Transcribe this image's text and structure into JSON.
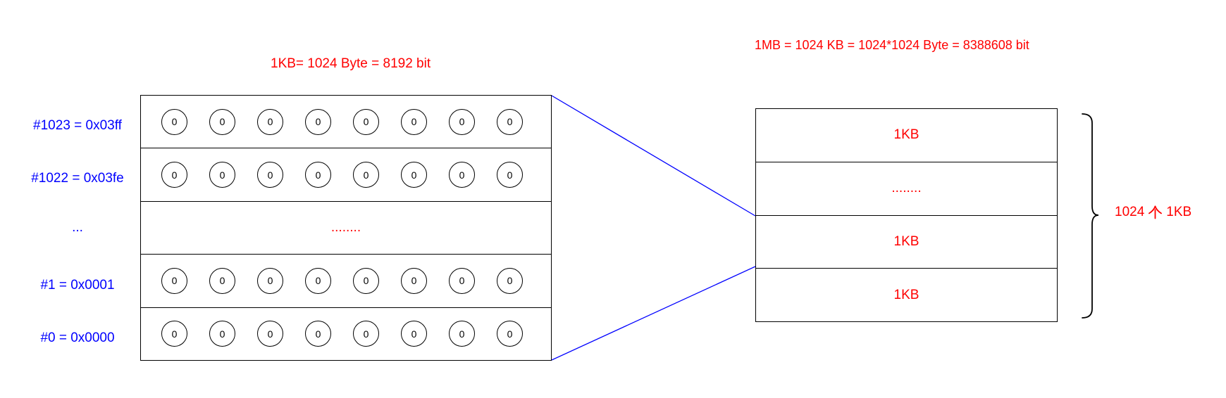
{
  "colors": {
    "red": "#ff0000",
    "blue": "#0000ff",
    "line": "#000000"
  },
  "left_panel": {
    "title": "1KB= 1024 Byte = 8192 bit",
    "byte_rows": [
      {
        "label": "#1023 = 0x03ff",
        "type": "bits",
        "bits": [
          "0",
          "0",
          "0",
          "0",
          "0",
          "0",
          "0",
          "0"
        ]
      },
      {
        "label": "#1022 = 0x03fe",
        "type": "bits",
        "bits": [
          "0",
          "0",
          "0",
          "0",
          "0",
          "0",
          "0",
          "0"
        ]
      },
      {
        "label": "...",
        "type": "ellipsis",
        "text": "........"
      },
      {
        "label": "#1 = 0x0001",
        "type": "bits",
        "bits": [
          "0",
          "0",
          "0",
          "0",
          "0",
          "0",
          "0",
          "0"
        ]
      },
      {
        "label": "#0 = 0x0000",
        "type": "bits",
        "bits": [
          "0",
          "0",
          "0",
          "0",
          "0",
          "0",
          "0",
          "0"
        ]
      }
    ]
  },
  "right_panel": {
    "title": "1MB = 1024 KB = 1024*1024 Byte = 8388608 bit",
    "kb_rows": [
      "1KB",
      "........",
      "1KB",
      "1KB"
    ],
    "brace_label": "1024 个 1KB",
    "brace_label_prefix": "1024",
    "brace_label_cjk": "个",
    "brace_label_suffix": "1KB"
  }
}
